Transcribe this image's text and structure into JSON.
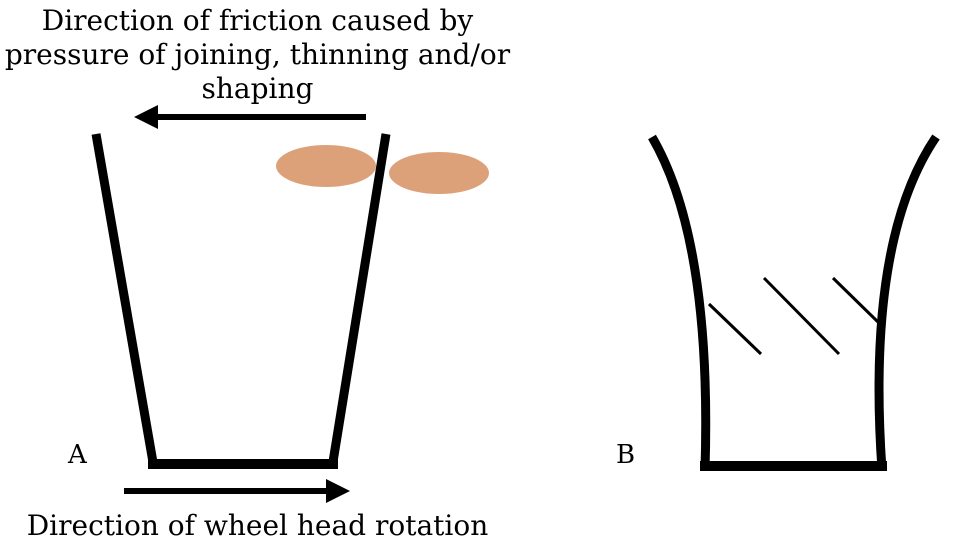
{
  "top_caption": {
    "line1": "Direction of friction caused by",
    "line2": "pressure of joining, thinning and/or",
    "line3": "shaping"
  },
  "bottom_caption": "Direction of wheel head rotation",
  "panel_a_label": "A",
  "panel_b_label": "B",
  "colors": {
    "stroke": "#000000",
    "fingers": "#dca179",
    "background": "#ffffff"
  }
}
